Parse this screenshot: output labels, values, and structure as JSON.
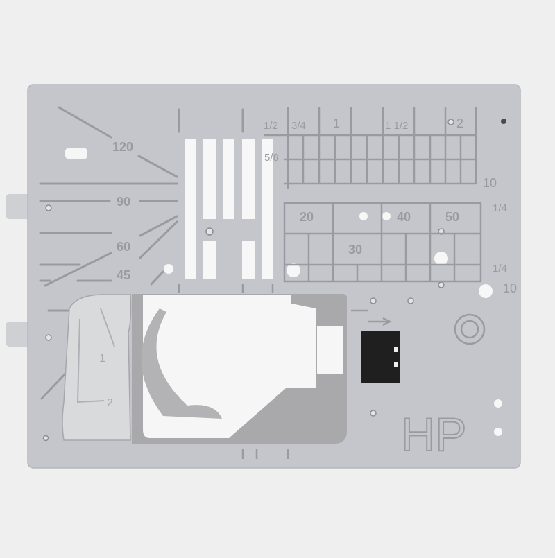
{
  "image": {
    "subject": "Sewing machine needle plate (HP)",
    "background_color": "#efefef",
    "plate_color": "#c5c6cb",
    "engraving_color": "#9a9ba1",
    "metal_color": "#a9a9ab",
    "hole_color": "#f6f6f6",
    "lever_color": "#d9dadc",
    "black_slider_color": "#1f1f1f"
  },
  "angle_labels": [
    "120",
    "90",
    "60",
    "45"
  ],
  "top_inch_labels": [
    "1/2",
    "3/4",
    "1",
    "1 1/2",
    "2"
  ],
  "seam_label_5_8": "5/8",
  "right_labels": {
    "mm_upper": "10",
    "quarter_upper": "1/4",
    "quarter_lower": "1/4",
    "mm_lower": "10"
  },
  "grid_labels": [
    "20",
    "30",
    "40",
    "50"
  ],
  "lever_labels": [
    "1",
    "2"
  ],
  "plate_marking": "HP"
}
